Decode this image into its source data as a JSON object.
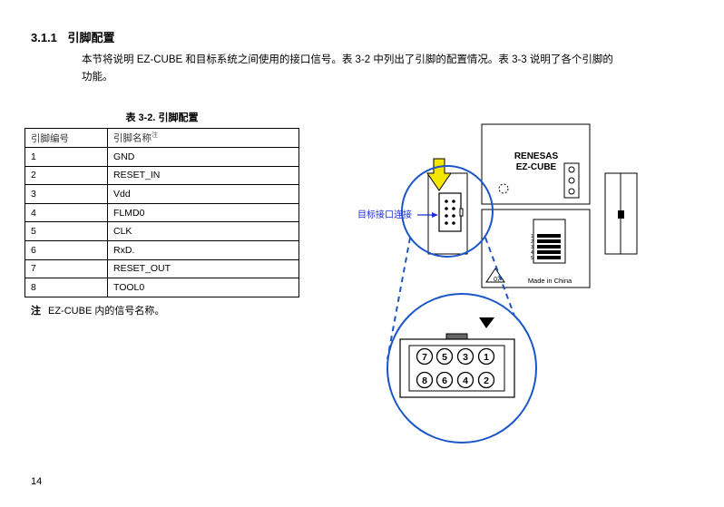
{
  "section": {
    "number": "3.1.1",
    "title": "引脚配置"
  },
  "intro": "本节将说明 EZ-CUBE 和目标系统之间使用的接口信号。表 3-2 中列出了引脚的配置情况。表 3-3 说明了各个引脚的功能。",
  "table": {
    "caption": "表 3-2. 引脚配置",
    "headers": {
      "pin_no": "引脚编号",
      "pin_name": "引脚名称",
      "pin_name_mark": "注"
    },
    "rows": [
      {
        "no": "1",
        "name": "GND"
      },
      {
        "no": "2",
        "name": "RESET_IN"
      },
      {
        "no": "3",
        "name": "Vdd"
      },
      {
        "no": "4",
        "name": "FLMD0"
      },
      {
        "no": "5",
        "name": "CLK"
      },
      {
        "no": "6",
        "name": "RxD."
      },
      {
        "no": "7",
        "name": "RESET_OUT"
      },
      {
        "no": "8",
        "name": "TOOL0"
      }
    ]
  },
  "note": {
    "mark": "注",
    "text": "EZ-CUBE 内的信号名称。"
  },
  "figure": {
    "device_brand": "RENESAS",
    "device_model": "EZ-CUBE",
    "made_in": "Made in China",
    "mark_07": "07",
    "dip_labels": [
      "1",
      "2",
      "3",
      "4",
      "5"
    ],
    "connector_label": "目标接口连接",
    "connector_pins_top": [
      "7",
      "5",
      "3",
      "1"
    ],
    "connector_pins_bottom": [
      "8",
      "6",
      "4",
      "2"
    ],
    "colors": {
      "arrow_fill": "#f5e600",
      "circle_stroke": "#1a56c8",
      "label_color": "#1f2fd6"
    }
  },
  "page_number": "14"
}
